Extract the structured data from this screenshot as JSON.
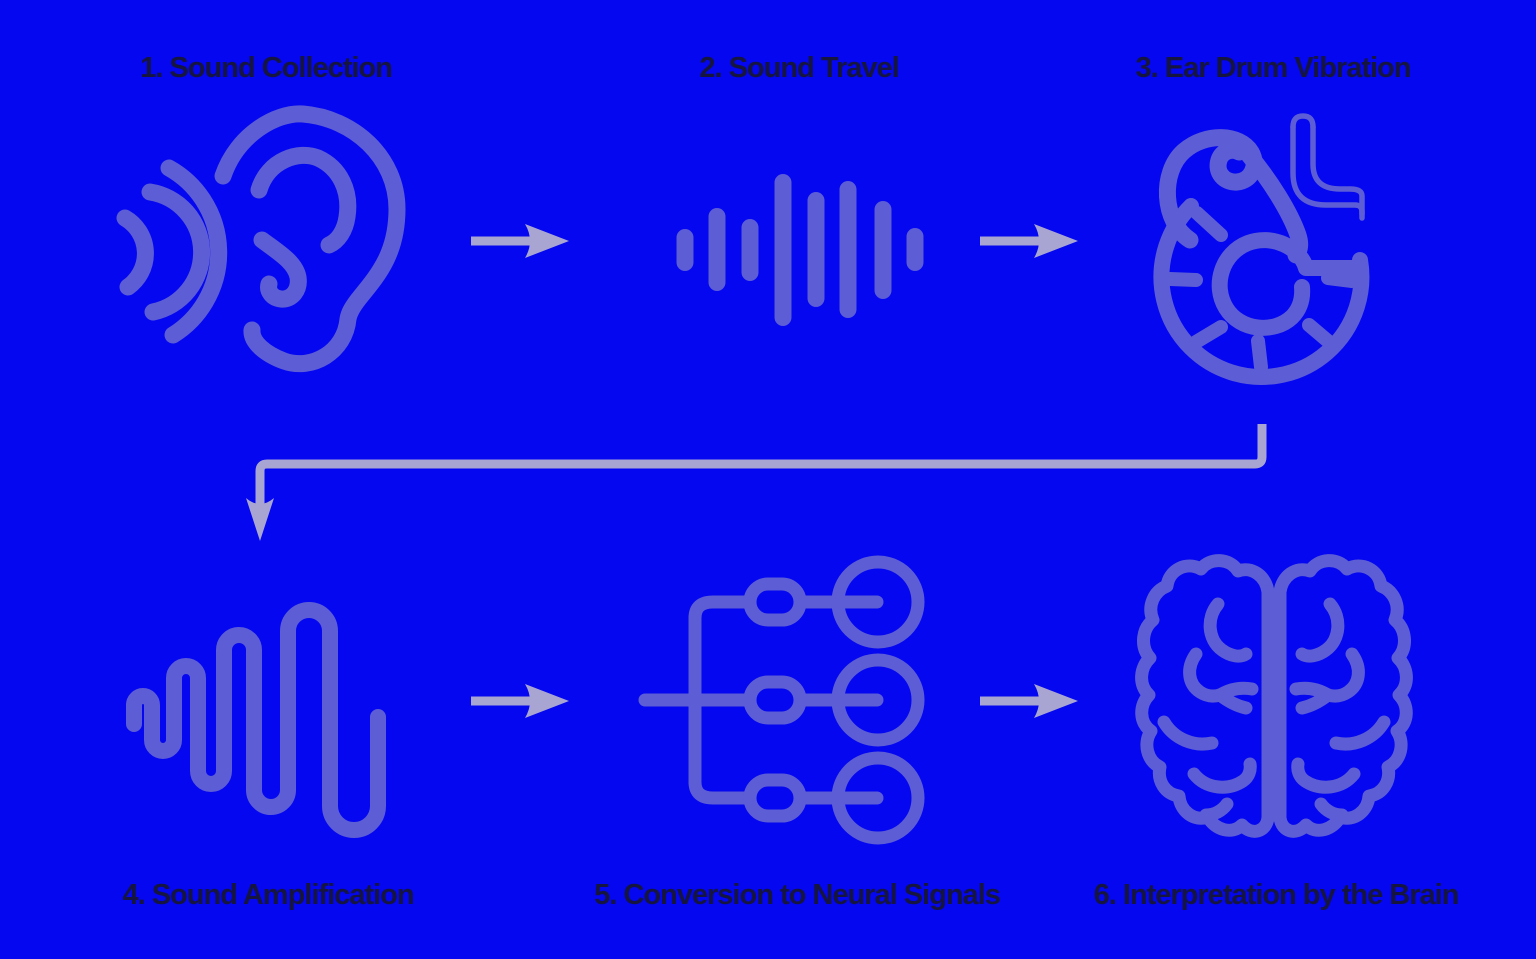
{
  "colors": {
    "background": "#0407ef",
    "icon": "#5d5dd6",
    "arrow": "#a9a5d2",
    "text": "#15153f"
  },
  "steps": [
    {
      "label": "1. Sound Collection",
      "icon": "ear-with-sound-waves-icon"
    },
    {
      "label": "2. Sound Travel",
      "icon": "sound-wave-bars-icon"
    },
    {
      "label": "3. Ear Drum Vibration",
      "icon": "ear-drum-icon"
    },
    {
      "label": "4. Sound Amplification",
      "icon": "amplified-waveform-icon"
    },
    {
      "label": "5. Conversion to Neural Signals",
      "icon": "neural-signals-icon"
    },
    {
      "label": "6. Interpretation by the Brain",
      "icon": "brain-icon"
    }
  ],
  "connectors": {
    "row1": [
      "arrow-right",
      "arrow-right"
    ],
    "row_break": "elbow-arrow-down",
    "row2": [
      "arrow-right",
      "arrow-right"
    ]
  }
}
